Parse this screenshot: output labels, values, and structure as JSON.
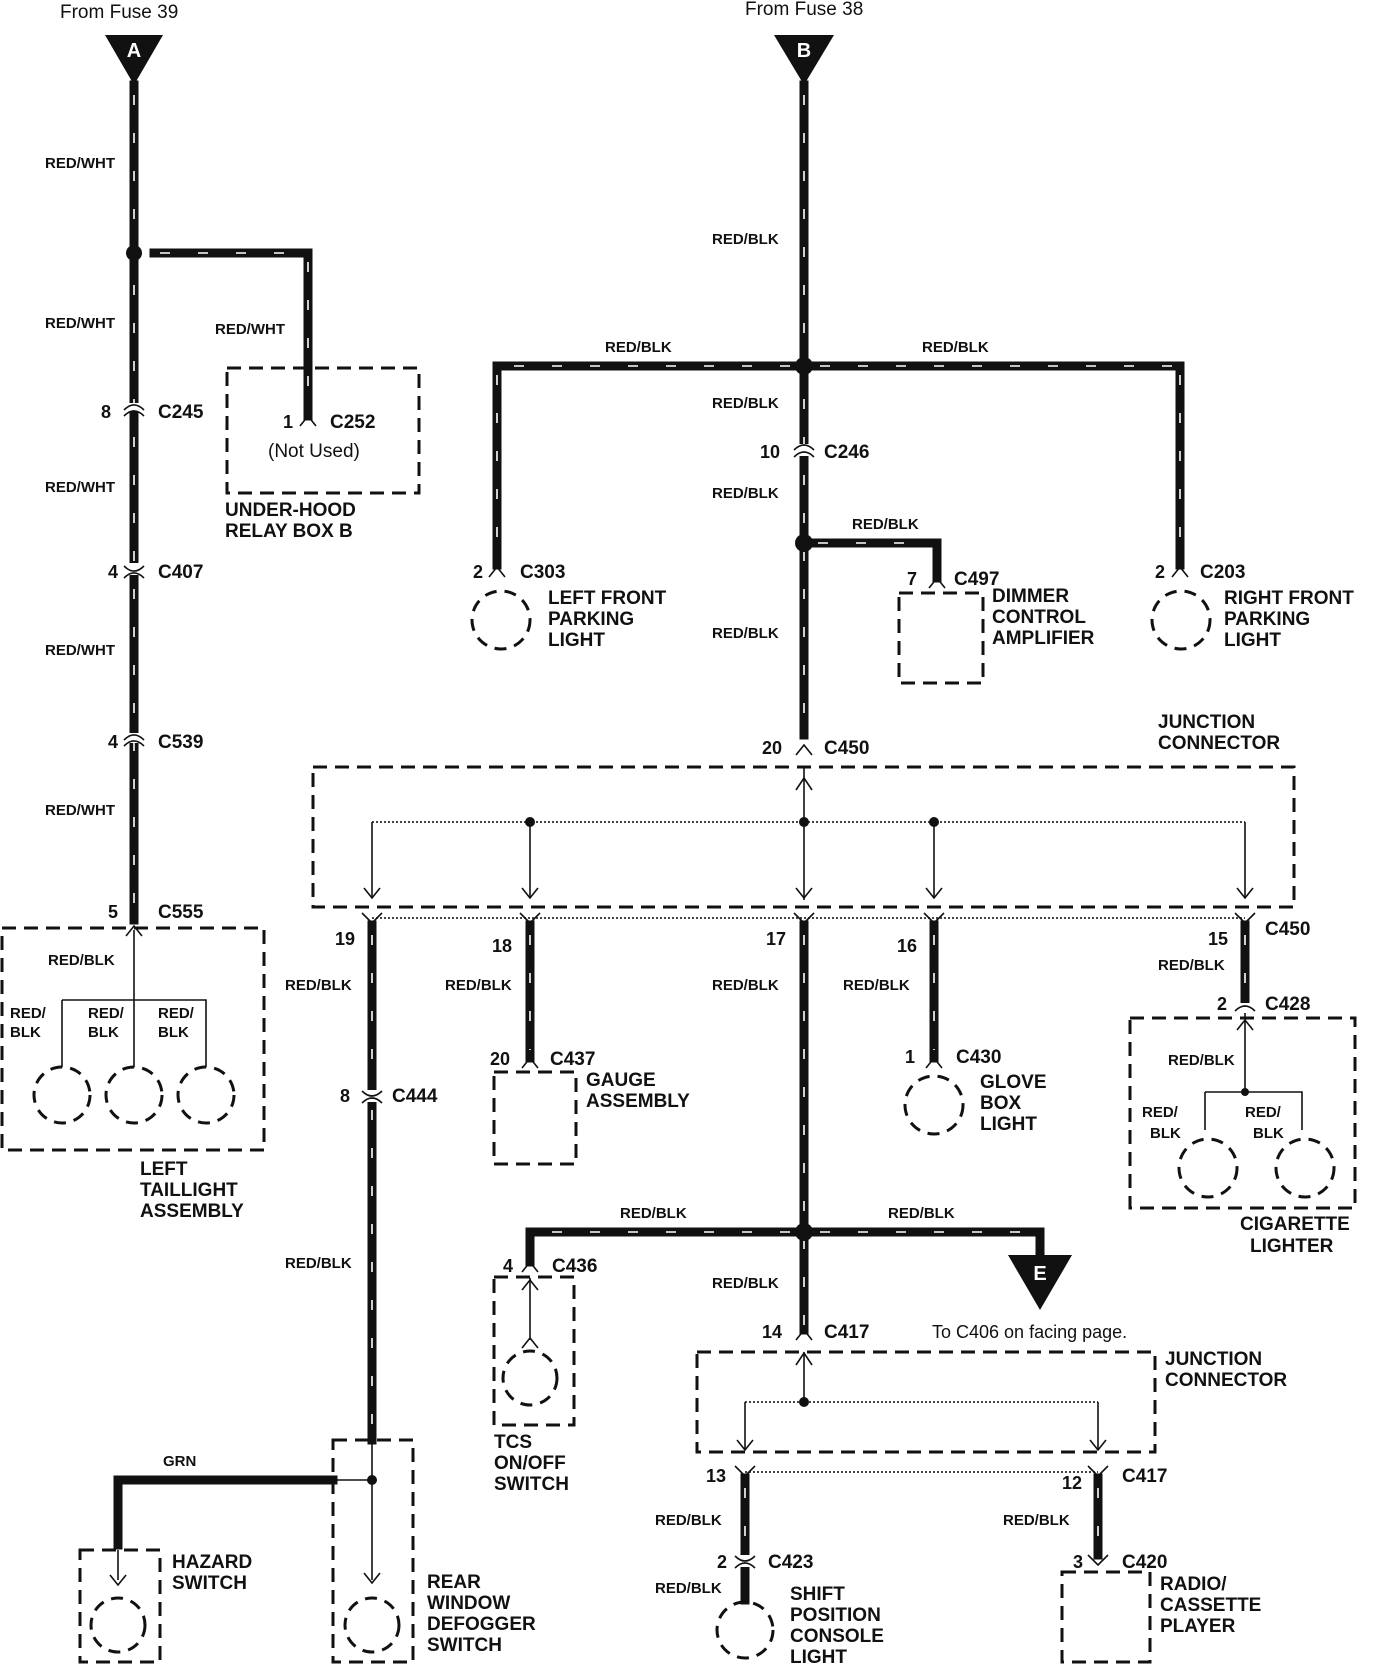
{
  "sources": {
    "a_from": "From Fuse 39",
    "a_letter": "A",
    "b_from": "From Fuse 38",
    "b_letter": "B",
    "e_letter": "E",
    "e_to": "To C406 on facing page."
  },
  "wires": {
    "red_wht": "RED/WHT",
    "red_blk": "RED/BLK",
    "grn": "GRN"
  },
  "connectors": {
    "c245": {
      "pin": "8",
      "name": "C245"
    },
    "c252": {
      "pin": "1",
      "name": "C252",
      "note": "(Not Used)"
    },
    "c407": {
      "pin": "4",
      "name": "C407"
    },
    "c539": {
      "pin": "4",
      "name": "C539"
    },
    "c555": {
      "pin": "5",
      "name": "C555"
    },
    "c303": {
      "pin": "2",
      "name": "C303"
    },
    "c246": {
      "pin": "10",
      "name": "C246"
    },
    "c497": {
      "pin": "7",
      "name": "C497"
    },
    "c203": {
      "pin": "2",
      "name": "C203"
    },
    "c450_in": {
      "pin": "20",
      "name": "C450"
    },
    "c450_19": {
      "pin": "19"
    },
    "c450_18": {
      "pin": "18"
    },
    "c450_17": {
      "pin": "17"
    },
    "c450_16": {
      "pin": "16"
    },
    "c450_15": {
      "pin": "15",
      "name": "C450"
    },
    "c437": {
      "pin": "20",
      "name": "C437"
    },
    "c430": {
      "pin": "1",
      "name": "C430"
    },
    "c428": {
      "pin": "2",
      "name": "C428"
    },
    "c444": {
      "pin": "8",
      "name": "C444"
    },
    "c436": {
      "pin": "4",
      "name": "C436"
    },
    "c417_in": {
      "pin": "14",
      "name": "C417"
    },
    "c417_13": {
      "pin": "13"
    },
    "c417_12": {
      "pin": "12",
      "name": "C417"
    },
    "c423": {
      "pin": "2",
      "name": "C423"
    },
    "c420": {
      "pin": "3",
      "name": "C420"
    }
  },
  "components": {
    "relay_box": [
      "UNDER-HOOD",
      "RELAY BOX B"
    ],
    "left_front": [
      "LEFT FRONT",
      "PARKING",
      "LIGHT"
    ],
    "dimmer": [
      "DIMMER",
      "CONTROL",
      "AMPLIFIER"
    ],
    "right_front": [
      "RIGHT FRONT",
      "PARKING",
      "LIGHT"
    ],
    "junction1": [
      "JUNCTION",
      "CONNECTOR"
    ],
    "left_tail": [
      "LEFT",
      "TAILLIGHT",
      "ASSEMBLY"
    ],
    "gauge": [
      "GAUGE",
      "ASSEMBLY"
    ],
    "glove": [
      "GLOVE",
      "BOX",
      "LIGHT"
    ],
    "cigarette": [
      "CIGARETTE",
      "LIGHTER"
    ],
    "tcs": [
      "TCS",
      "ON/OFF",
      "SWITCH"
    ],
    "junction2": [
      "JUNCTION",
      "CONNECTOR"
    ],
    "hazard": [
      "HAZARD",
      "SWITCH"
    ],
    "rear_defog": [
      "REAR",
      "WINDOW",
      "DEFOGGER",
      "SWITCH"
    ],
    "shift": [
      "SHIFT",
      "POSITION",
      "CONSOLE",
      "LIGHT"
    ],
    "radio": [
      "RADIO/",
      "CASSETTE",
      "PLAYER"
    ],
    "rb_split": [
      "RED/",
      "BLK"
    ]
  }
}
